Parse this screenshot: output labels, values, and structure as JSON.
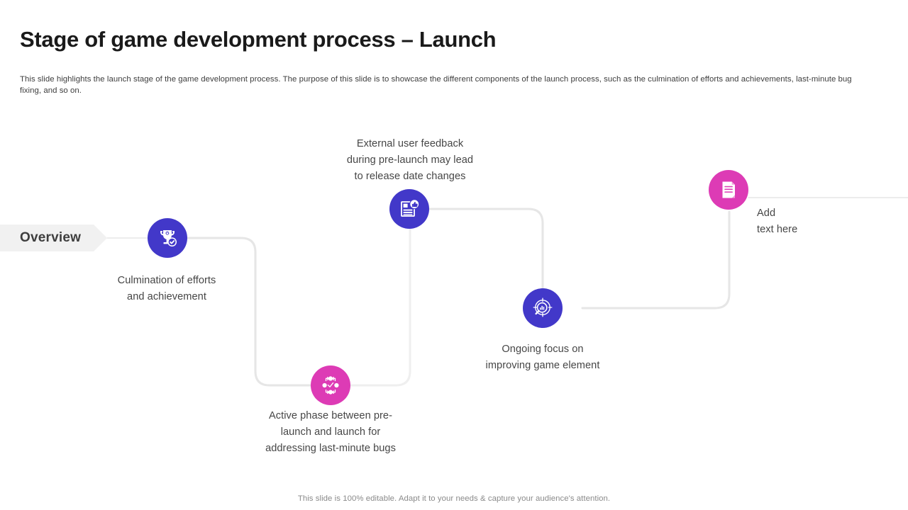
{
  "slide": {
    "title": "Stage of game development process – Launch",
    "subtitle": "This slide highlights the launch stage of the game development process. The purpose of this slide is to showcase the different components of the launch process, such as the culmination of efforts and achievements, last-minute bug fixing, and so on.",
    "footer": "This slide is 100% editable. Adapt it to your needs & capture your audience's attention."
  },
  "overview_tag": {
    "label": "Overview",
    "background": "#f1f1f1",
    "text_color": "#3e3e3e"
  },
  "colors": {
    "blue": "#4238c9",
    "pink": "#dd3bb5",
    "connector": "#e6e6e6",
    "caption_text": "#464646",
    "title_text": "#1a1a1a"
  },
  "nodes": [
    {
      "id": "node-1",
      "icon": "trophy-check-icon",
      "color": "blue",
      "caption": "Culmination of efforts and achievement"
    },
    {
      "id": "node-2",
      "icon": "document-thumbs-up-icon",
      "color": "blue",
      "caption": "External user feedback during pre-launch may lead to release date changes"
    },
    {
      "id": "node-3",
      "icon": "network-cycle-icon",
      "color": "pink",
      "caption": "Active phase between pre-launch and launch for addressing last-minute bugs"
    },
    {
      "id": "node-4",
      "icon": "target-analytics-icon",
      "color": "blue",
      "caption": "Ongoing focus on improving game element"
    },
    {
      "id": "node-5",
      "icon": "notes-document-icon",
      "color": "pink",
      "caption": "Add text here"
    }
  ],
  "captions": {
    "node1_line1": "Culmination of efforts",
    "node1_line2": "and achievement",
    "node2_line1": "External user feedback",
    "node2_line2": "during pre-launch may lead",
    "node2_line3": "to release date changes",
    "node3_line1": "Active phase between pre-",
    "node3_line2": "launch and launch for",
    "node3_line3": "addressing last-minute bugs",
    "node4_line1": "Ongoing focus on",
    "node4_line2": "improving game element",
    "node5_line1": "Add",
    "node5_line2": "text here"
  }
}
